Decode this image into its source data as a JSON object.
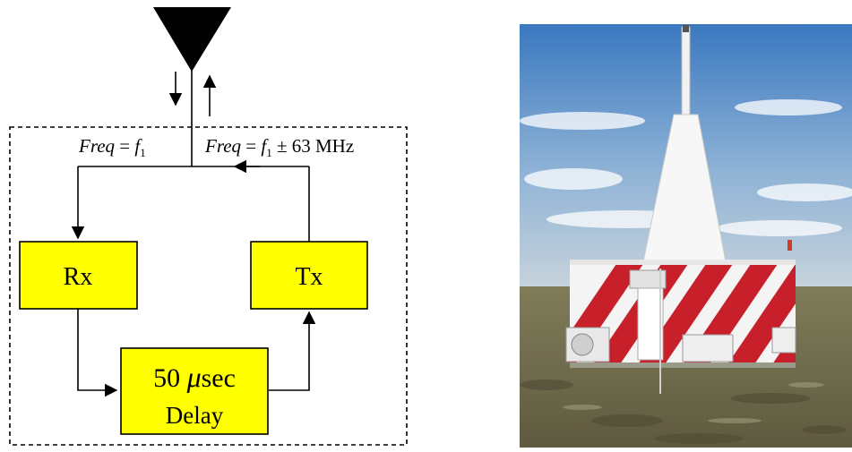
{
  "diagram": {
    "antenna": "antenna-icon",
    "rx_freq": {
      "var": "Freq",
      "eq": " = ",
      "f": "f",
      "sub": "1",
      "suffix": ""
    },
    "tx_freq": {
      "var": "Freq",
      "eq": " = ",
      "f": "f",
      "sub": "1",
      "suffix": " ± 63 MHz"
    },
    "rx_label": "Rx",
    "tx_label": "Tx",
    "delay": {
      "value": "50 ",
      "unit_symbol": "μ",
      "unit_text": "sec",
      "label": "Delay"
    }
  },
  "colors": {
    "box_fill": "#ffff00",
    "line": "#000000",
    "stripe_red": "#c8202a",
    "sky_top": "#3f7fc4",
    "ground": "#6a6a45"
  }
}
